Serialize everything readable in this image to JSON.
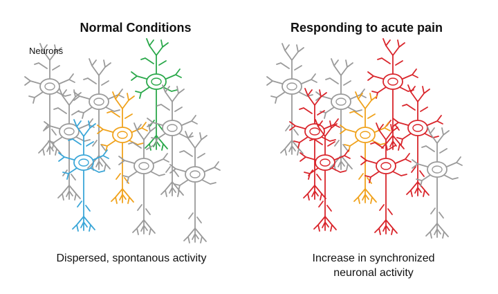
{
  "left_panel": {
    "title": "Normal Conditions",
    "neurons_label": "Neurons",
    "caption": "Dispersed, spontanous activity"
  },
  "right_panel": {
    "title": "Responding to acute pain",
    "caption_lines": [
      "Increase in synchronized",
      "neuronal activity"
    ]
  },
  "colors": {
    "inactive": "#9a9a9a",
    "green": "#2aa84a",
    "blue": "#3aa6d8",
    "orange": "#f0a21c",
    "red": "#d9252b"
  }
}
